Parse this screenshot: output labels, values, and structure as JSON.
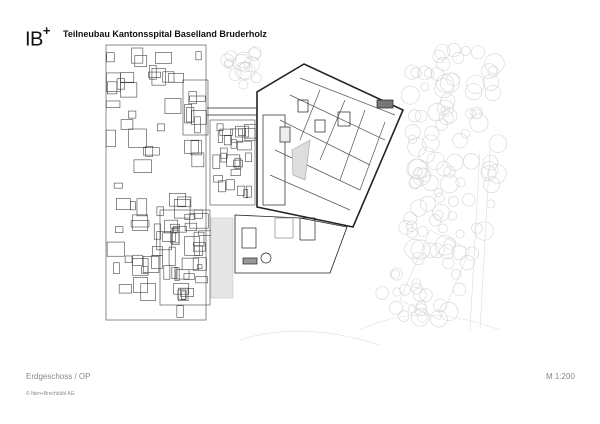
{
  "header": {
    "logo_text": "IB",
    "logo_plus": "+",
    "title": "Teilneubau Kantonsspital Baselland Bruderholz"
  },
  "footer": {
    "floor_label": "Erdgeschoss / OP",
    "scale": "M 1:200",
    "copyright": "© Itten+Brechbühl AG"
  }
}
